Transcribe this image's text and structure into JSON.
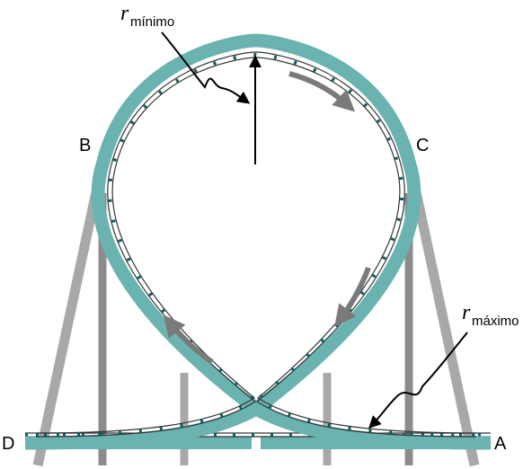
{
  "labels": {
    "A": "A",
    "B": "B",
    "C": "C",
    "D": "D",
    "r_min_main": "r",
    "r_min_sub": "mínimo",
    "r_max_main": "r",
    "r_max_sub": "máximo"
  },
  "colors": {
    "track": "#6bb3b0",
    "tie": "#0f5e60",
    "support_light": "#a8a8a8",
    "support_dark": "#8c8c8c",
    "arrow_gray": "#7a7a7a",
    "rail": "#333333"
  }
}
